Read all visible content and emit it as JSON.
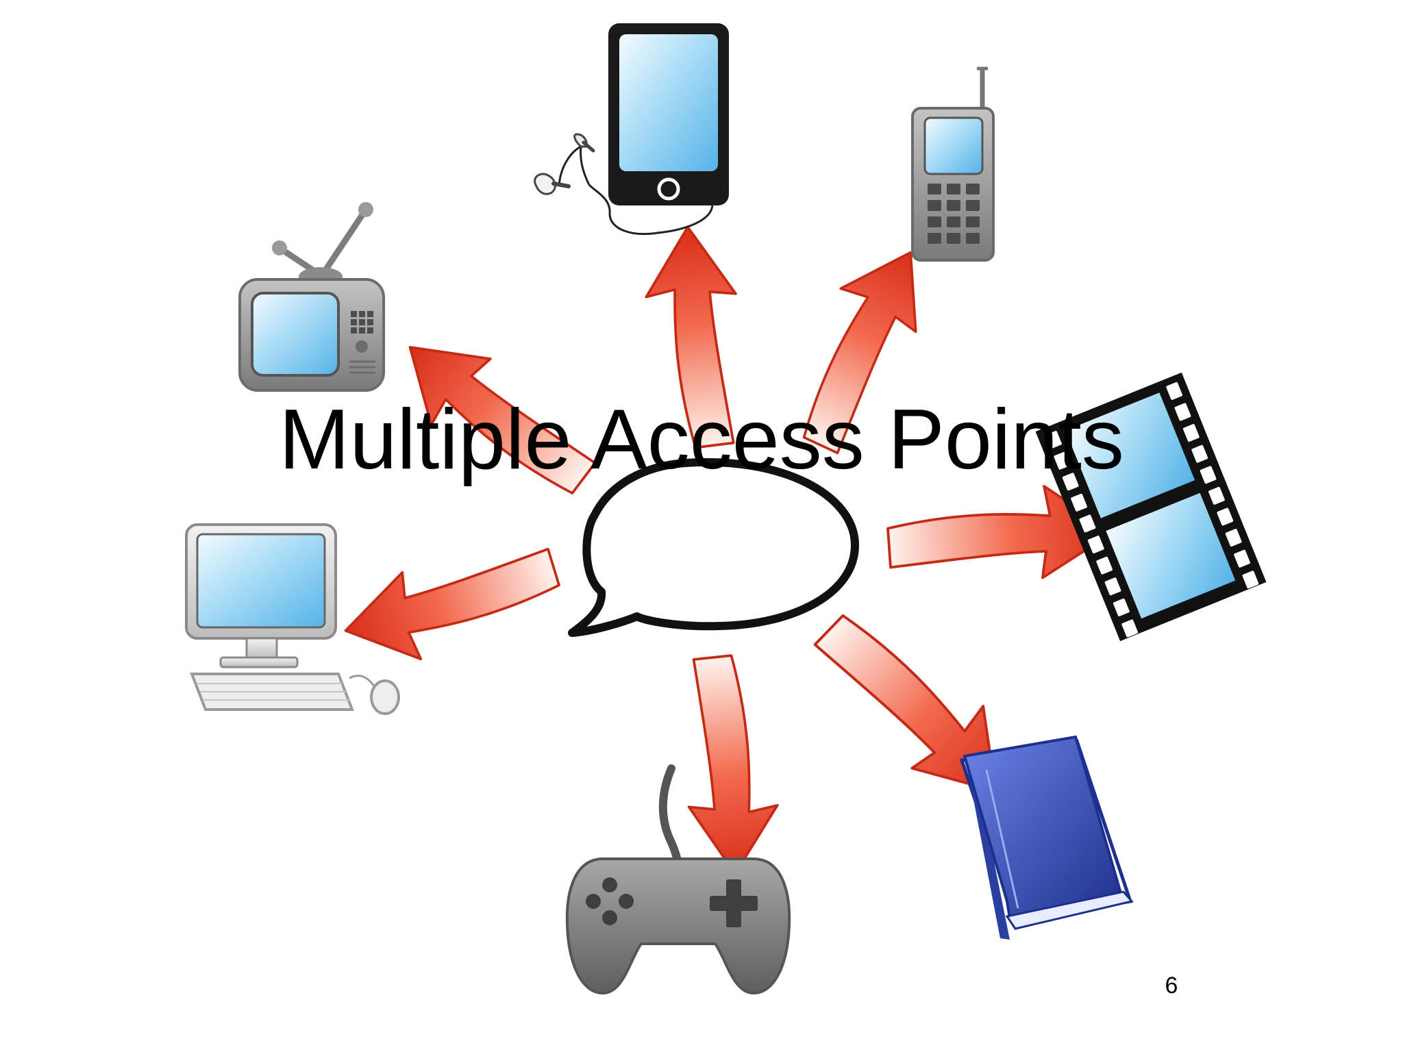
{
  "slide": {
    "title": "Multiple Access Points",
    "page_number": "6"
  },
  "diagram": {
    "center": "speech-bubble",
    "devices": [
      "smartphone-with-earphones",
      "mobile-phone",
      "television",
      "film-strip",
      "desktop-computer",
      "game-controller",
      "book"
    ]
  },
  "colors": {
    "arrow_fill": "#e63b22",
    "arrow_highlight": "#fde4dc",
    "screen_blue": "#6fc0ee",
    "book_blue": "#2a40a0",
    "device_gray": "#8a8a8a",
    "text": "#000000"
  }
}
